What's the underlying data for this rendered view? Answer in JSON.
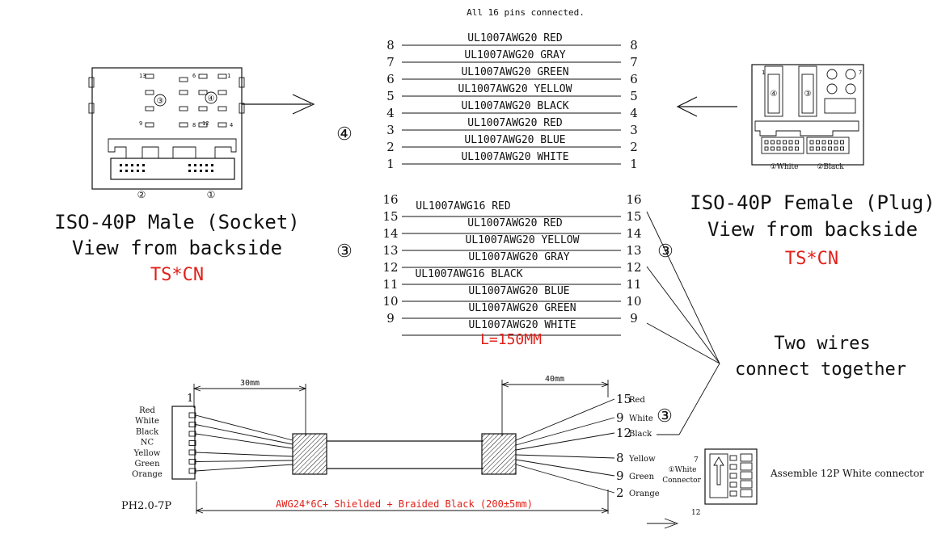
{
  "header_note": "All 16 pins connected.",
  "male": {
    "title": "ISO-40P Male (Socket)",
    "subtitle": "View from backside",
    "brand": "TS*CN",
    "port_labels": [
      "②",
      "①"
    ],
    "socket_numbers": [
      "13",
      "6",
      "1",
      "9",
      "8",
      "12",
      "4"
    ],
    "section_markers": [
      "③",
      "④"
    ]
  },
  "female": {
    "title": "ISO-40P Female (Plug)",
    "subtitle": "View from backside",
    "brand": "TS*CN",
    "port_labels": [
      "①White",
      "②Black"
    ],
    "section_markers": [
      "④",
      "③",
      "1",
      "7"
    ]
  },
  "section4": {
    "marker": "④",
    "wires": [
      {
        "left": "8",
        "right": "8",
        "label": "UL1007AWG20 RED"
      },
      {
        "left": "7",
        "right": "7",
        "label": "UL1007AWG20 GRAY"
      },
      {
        "left": "6",
        "right": "6",
        "label": "UL1007AWG20 GREEN"
      },
      {
        "left": "5",
        "right": "5",
        "label": "UL1007AWG20 YELLOW"
      },
      {
        "left": "4",
        "right": "4",
        "label": "UL1007AWG20 BLACK"
      },
      {
        "left": "3",
        "right": "3",
        "label": "UL1007AWG20 RED"
      },
      {
        "left": "2",
        "right": "2",
        "label": "UL1007AWG20 BLUE"
      },
      {
        "left": "1",
        "right": "1",
        "label": "UL1007AWG20 WHITE"
      }
    ]
  },
  "section3": {
    "marker": "③",
    "pin_labels": [
      {
        "left": "16",
        "right": "16"
      },
      {
        "left": "15",
        "right": "15"
      },
      {
        "left": "14",
        "right": "14"
      },
      {
        "left": "13",
        "right": "13"
      },
      {
        "left": "12",
        "right": "12"
      },
      {
        "left": "11",
        "right": "11"
      },
      {
        "left": "10",
        "right": "10"
      },
      {
        "left": "9",
        "right": "9"
      }
    ],
    "wire_labels": [
      "UL1007AWG16 RED",
      "UL1007AWG20 RED",
      "UL1007AWG20 YELLOW",
      "UL1007AWG20 GRAY",
      "UL1007AWG16 BLACK",
      "UL1007AWG20 BLUE",
      "UL1007AWG20 GREEN",
      "UL1007AWG20 WHITE"
    ]
  },
  "length_label": "L=150MM",
  "two_wires_note": [
    "Two wires",
    "connect together"
  ],
  "cable": {
    "connector_label": "PH2.0-7P",
    "pin1_label": "1",
    "left_colors": [
      "Red",
      "White",
      "Black",
      "NC",
      "Yellow",
      "Green",
      "Orange"
    ],
    "dim_left": "30mm",
    "dim_right": "40mm",
    "cable_spec": "AWG24*6C+ Shielded + Braided Black (200±5mm)",
    "right_wires": [
      {
        "pin": "15",
        "color": "Red"
      },
      {
        "pin": "9",
        "color": "White"
      },
      {
        "pin": "12",
        "color": "Black"
      },
      {
        "pin": "8",
        "color": "Yellow"
      },
      {
        "pin": "9",
        "color": "Green"
      },
      {
        "pin": "2",
        "color": "Orange"
      }
    ],
    "right_marker": "③",
    "connector12_pin_top": "7",
    "connector12_pin_bottom": "12",
    "connector12_label1": "①White",
    "connector12_label2": "Connector",
    "assemble_note": "Assemble 12P White connector"
  }
}
